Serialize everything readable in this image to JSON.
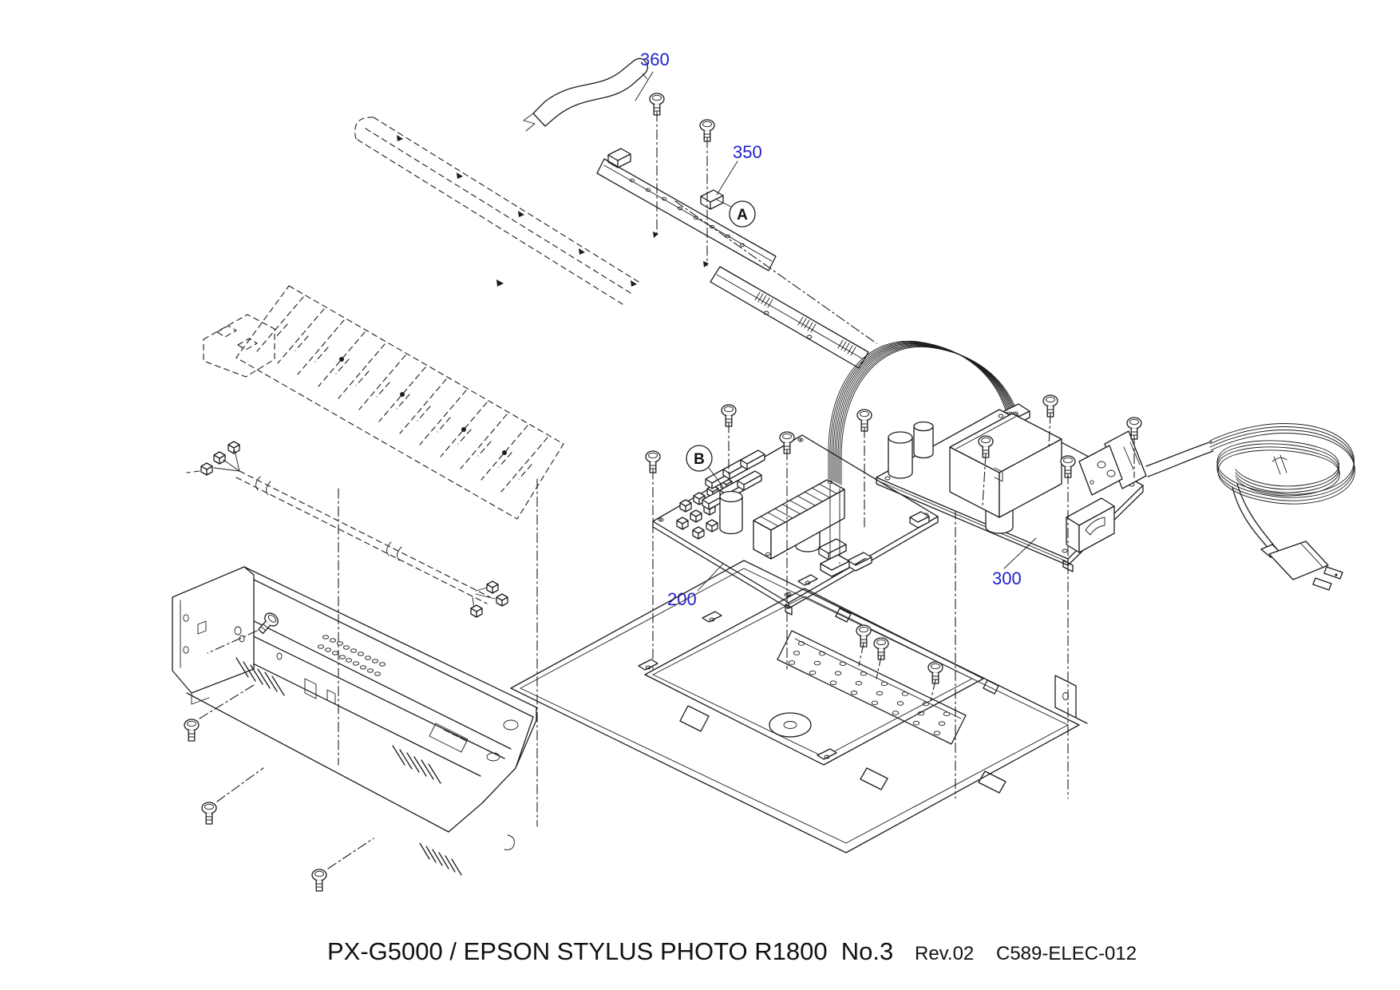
{
  "document": {
    "product_title": "PX-G5000 / EPSON STYLUS PHOTO R1800  No.3",
    "revision": "Rev.02",
    "document_number": "C589-ELEC-012"
  },
  "part_labels": {
    "ffc_cable": "360",
    "encoder_clip": "350",
    "main_board": "200",
    "power_supply_board": "300"
  },
  "callouts": {
    "a": "A",
    "b": "B"
  },
  "colors": {
    "label_blue": "#2222cc",
    "line_black": "#1c1c1c",
    "background": "#ffffff"
  }
}
